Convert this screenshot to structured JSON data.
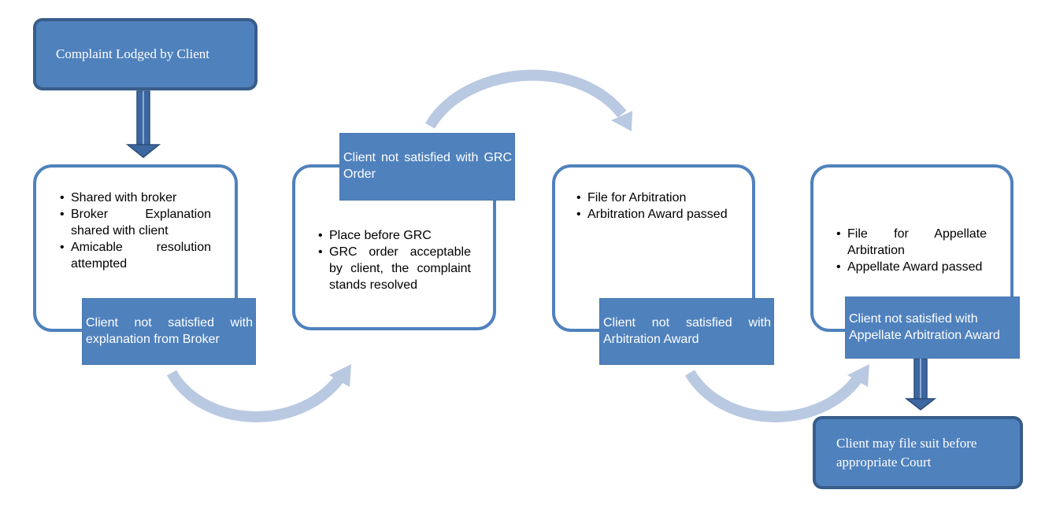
{
  "flowchart": {
    "start": {
      "label": "Complaint Lodged by Client"
    },
    "stage_broker": {
      "bullets": [
        "Shared with broker",
        "Broker Explanation shared with client",
        "Amicable resolution attempted"
      ],
      "escalation": "Client not satisfied with explanation from Broker"
    },
    "stage_grc": {
      "header": "Client not satisfied with GRC Order",
      "bullets": [
        "Place before GRC",
        "GRC order acceptable by client, the complaint stands resolved"
      ]
    },
    "stage_arbitration": {
      "bullets": [
        "File for Arbitration",
        "Arbitration Award passed"
      ],
      "escalation": "Client not satisfied with Arbitration Award"
    },
    "stage_appellate": {
      "bullets": [
        "File for Appellate Arbitration",
        "Appellate Award passed"
      ],
      "escalation": "Client not satisfied with Appellate Arbitration Award"
    },
    "end": {
      "label": "Client may file suit before appropriate Court"
    }
  },
  "colors": {
    "box_fill": "#4f81bd",
    "box_border": "#385d8a",
    "curved_arrow": "#b9c9e2",
    "down_arrow": "#3d67a0"
  }
}
